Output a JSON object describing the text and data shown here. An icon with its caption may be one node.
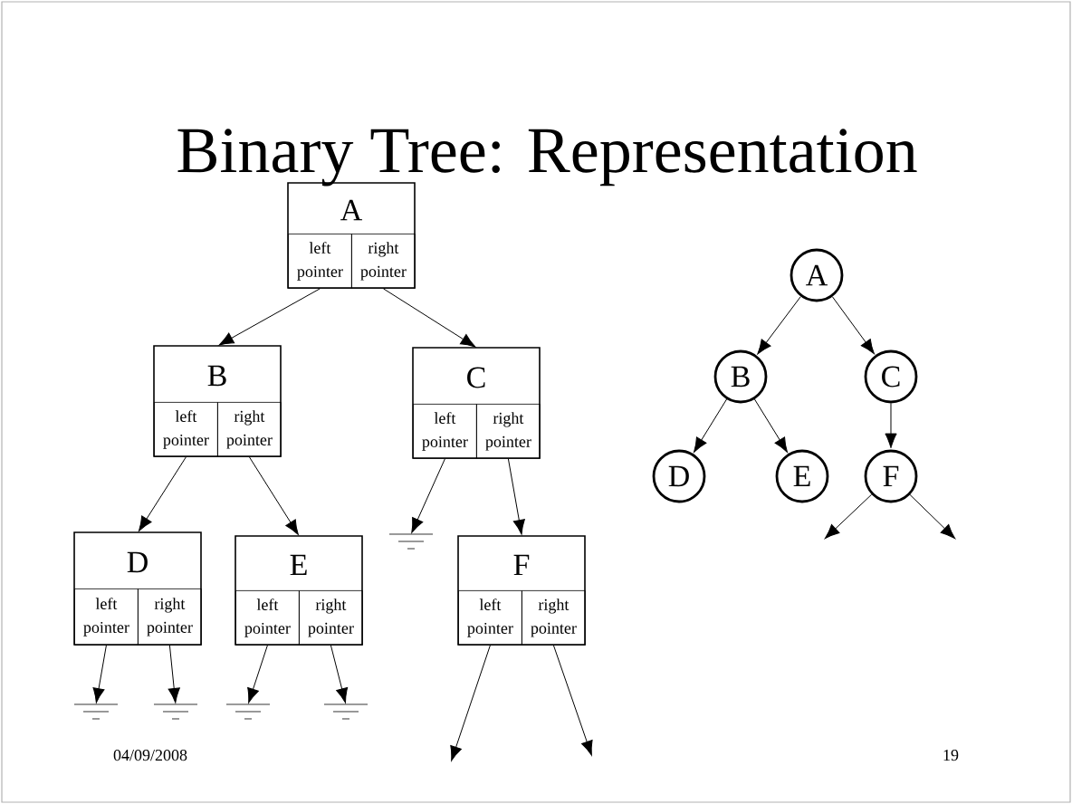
{
  "diagram": {
    "title": "Binary Tree: Representation",
    "nodes": [
      {
        "text": [
          "A"
        ]
      },
      {
        "text": [
          "left pointer"
        ],
        "in": 0
      },
      {
        "text": [
          "right pointer"
        ],
        "in": 0
      },
      {
        "text": [
          "B"
        ]
      },
      {
        "text": [
          "left pointer"
        ],
        "in": 3
      },
      {
        "text": [
          "right pointer"
        ],
        "in": 3
      },
      {
        "text": [
          "C"
        ]
      },
      {
        "text": [
          "left pointer"
        ],
        "in": 6
      },
      {
        "text": [
          "right pointer"
        ],
        "in": 6
      },
      {
        "text": [
          "D"
        ]
      },
      {
        "text": [
          "left pointer"
        ],
        "in": 9
      },
      {
        "text": [
          "right pointer"
        ],
        "in": 9
      },
      {
        "text": [
          "E"
        ]
      },
      {
        "text": [
          "left pointer"
        ],
        "in": 12
      },
      {
        "text": [
          "right pointer"
        ],
        "in": 12
      },
      {
        "text": [
          "F"
        ]
      },
      {
        "text": [
          "left pointer"
        ],
        "in": 15
      },
      {
        "text": [
          "right pointer"
        ],
        "in": 15
      },
      {
        "text": [],
        "shape": "ground"
      },
      {
        "text": [],
        "shape": "ground"
      },
      {
        "text": [],
        "shape": "ground"
      },
      {
        "text": [],
        "shape": "ground"
      },
      {
        "text": [],
        "shape": "ground"
      },
      {
        "text": [
          "A"
        ]
      },
      {
        "text": [
          "B"
        ]
      },
      {
        "text": [
          "C"
        ]
      },
      {
        "text": [
          "D"
        ]
      },
      {
        "text": [
          "E"
        ]
      },
      {
        "text": [
          "F"
        ]
      }
    ],
    "edges": [
      {
        "from": 1,
        "to": 3,
        "arrow": "to"
      },
      {
        "from": 2,
        "to": 6,
        "arrow": "to"
      },
      {
        "from": 4,
        "to": 9,
        "arrow": "to"
      },
      {
        "from": 5,
        "to": 12,
        "arrow": "to"
      },
      {
        "from": 7,
        "to": 18,
        "arrow": "to"
      },
      {
        "from": 8,
        "to": 15,
        "arrow": "to"
      },
      {
        "from": 10,
        "to": 19,
        "arrow": "to"
      },
      {
        "from": 11,
        "to": 20,
        "arrow": "to"
      },
      {
        "from": 13,
        "to": 21,
        "arrow": "to"
      },
      {
        "from": 14,
        "to": 22,
        "arrow": "to"
      },
      {
        "from": 16,
        "to": null,
        "arrow": "to"
      },
      {
        "from": 17,
        "to": null,
        "arrow": "to"
      },
      {
        "from": 23,
        "to": 24,
        "arrow": "to"
      },
      {
        "from": 23,
        "to": 25,
        "arrow": "to"
      },
      {
        "from": 24,
        "to": 26,
        "arrow": "to"
      },
      {
        "from": 24,
        "to": 27,
        "arrow": "to"
      },
      {
        "from": 25,
        "to": 28,
        "arrow": "to"
      },
      {
        "from": 28,
        "to": null,
        "arrow": "to"
      },
      {
        "from": 28,
        "to": null,
        "arrow": "to"
      }
    ],
    "labels": [
      "04/09/2008",
      "19"
    ]
  }
}
